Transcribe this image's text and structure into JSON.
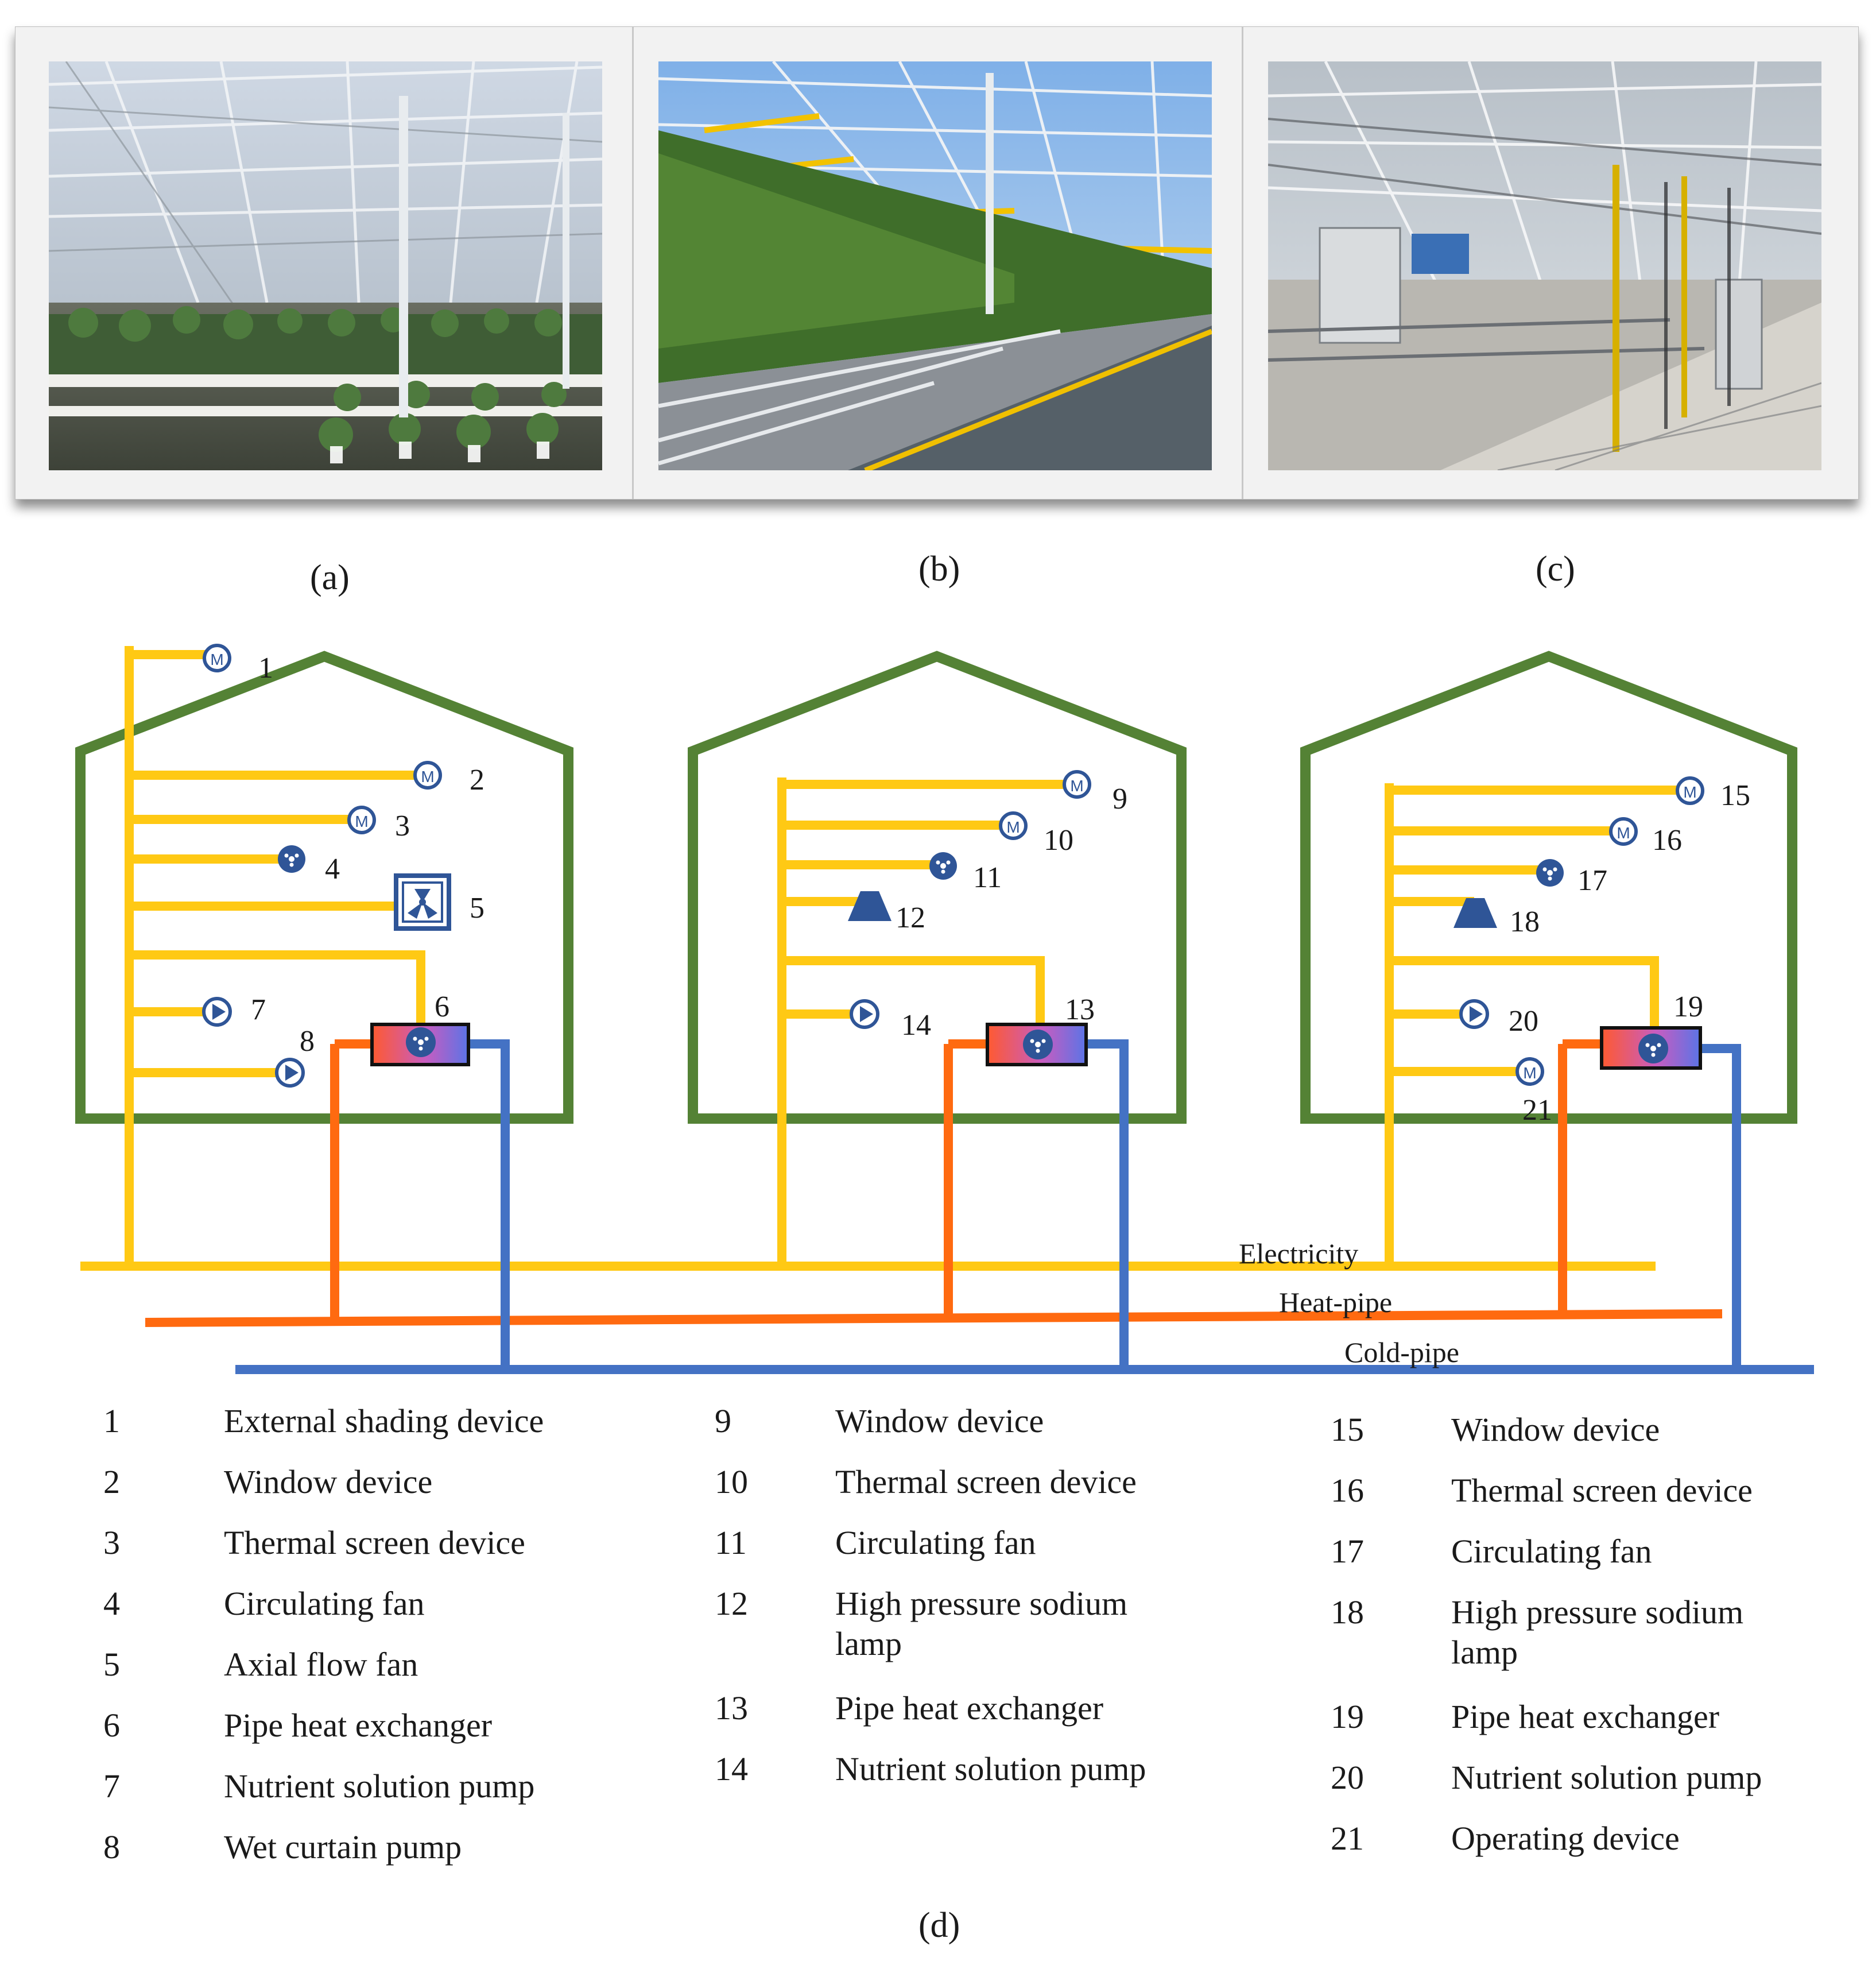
{
  "panels": [
    {
      "label": "(a)"
    },
    {
      "label": "(b)"
    },
    {
      "label": "(c)"
    }
  ],
  "diagram": {
    "label": "(d)",
    "lines": {
      "electricity": "Electricity",
      "heat_pipe": "Heat-pipe",
      "cold_pipe": "Cold-pipe"
    },
    "colors": {
      "house": "#548235",
      "electricity": "#FFC914",
      "heat": "#FF6A10",
      "cold": "#4472C4",
      "device": "#2F5597"
    }
  },
  "legend": {
    "columns": [
      [
        {
          "num": "1",
          "text": "External shading device"
        },
        {
          "num": "2",
          "text": "Window device"
        },
        {
          "num": "3",
          "text": "Thermal screen device"
        },
        {
          "num": "4",
          "text": "Circulating fan"
        },
        {
          "num": "5",
          "text": "Axial flow fan"
        },
        {
          "num": "6",
          "text": "Pipe heat exchanger"
        },
        {
          "num": "7",
          "text": "Nutrient solution pump"
        },
        {
          "num": "8",
          "text": "Wet curtain pump"
        }
      ],
      [
        {
          "num": "9",
          "text": "Window device"
        },
        {
          "num": "10",
          "text": "Thermal screen device"
        },
        {
          "num": "11",
          "text": "Circulating fan"
        },
        {
          "num": "12",
          "text": "High pressure sodium lamp"
        },
        {
          "num": "13",
          "text": "Pipe heat exchanger"
        },
        {
          "num": "14",
          "text": "Nutrient solution pump"
        }
      ],
      [
        {
          "num": "15",
          "text": "Window device"
        },
        {
          "num": "16",
          "text": "Thermal screen device"
        },
        {
          "num": "17",
          "text": "Circulating fan"
        },
        {
          "num": "18",
          "text": "High pressure sodium lamp"
        },
        {
          "num": "19",
          "text": "Pipe heat exchanger"
        },
        {
          "num": "20",
          "text": "Nutrient solution pump"
        },
        {
          "num": "21",
          "text": "Operating device"
        }
      ]
    ]
  }
}
